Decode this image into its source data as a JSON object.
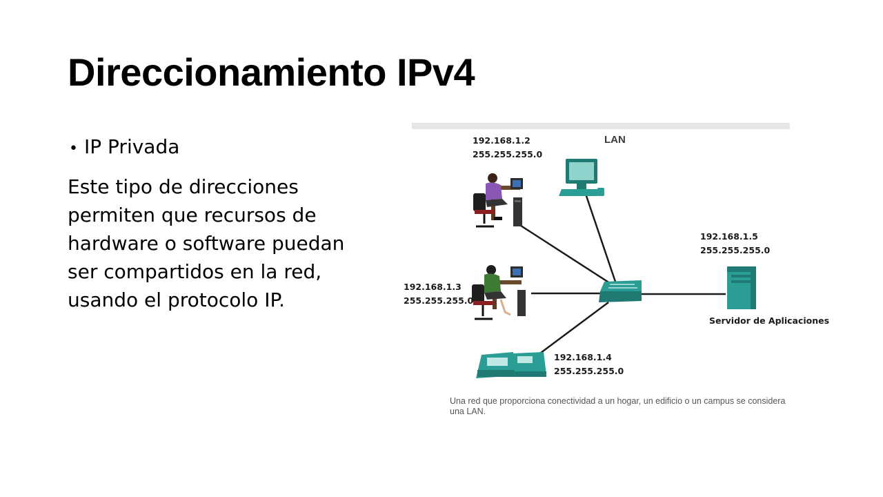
{
  "slide": {
    "title": "Direccionamiento IPv4",
    "bullet": "IP Privada",
    "body": "Este tipo de direcciones permiten que recursos de hardware o software puedan ser compartidos en la red, usando el protocolo IP."
  },
  "diagram": {
    "title": "LAN",
    "hosts": [
      {
        "ip": "192.168.1.2",
        "mask": "255.255.255.0"
      },
      {
        "ip": "192.168.1.3",
        "mask": "255.255.255.0"
      },
      {
        "ip": "192.168.1.4",
        "mask": "255.255.255.0"
      },
      {
        "ip": "192.168.1.5",
        "mask": "255.255.255.0"
      }
    ],
    "server_label": "Servidor de Aplicaciones",
    "caption": "Una red que proporciona conectividad a un hogar, un edificio o un campus se considera una LAN."
  },
  "colors": {
    "device_teal": "#2a9d95",
    "device_dark": "#1f7a73",
    "link": "#1a1a1a",
    "banner": "#e6e6e6"
  }
}
